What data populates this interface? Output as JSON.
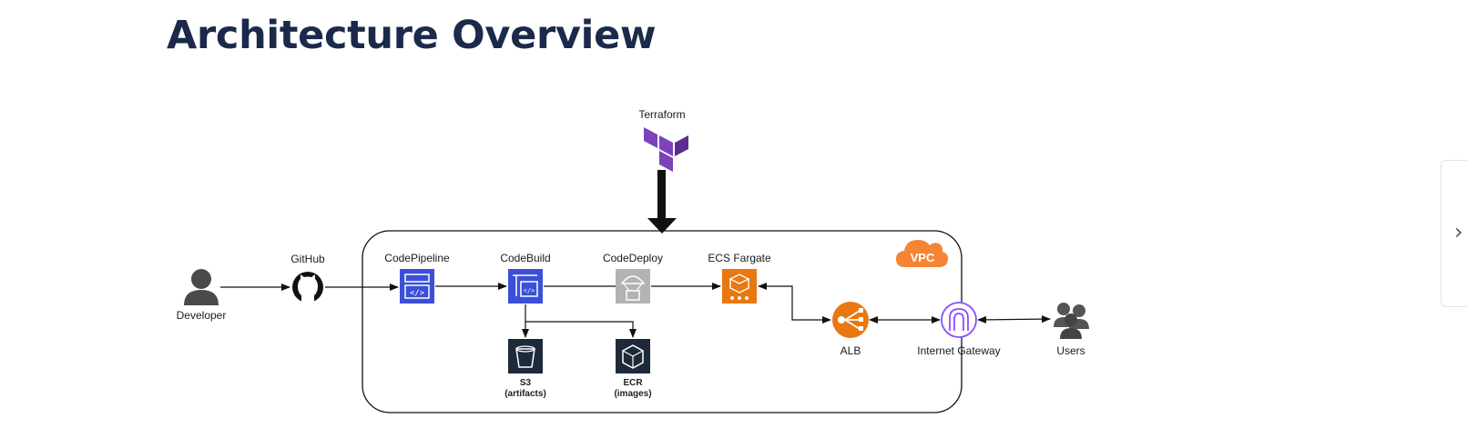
{
  "page": {
    "title": "Architecture Overview"
  },
  "diagram": {
    "nodes": {
      "terraform": "Terraform",
      "developer": "Developer",
      "github": "GitHub",
      "codepipeline": "CodePipeline",
      "codebuild": "CodeBuild",
      "codedeploy": "CodeDeploy",
      "ecs": "ECS Fargate",
      "s3_line1": "S3",
      "s3_line2": "(artifacts)",
      "ecr_line1": "ECR",
      "ecr_line2": "(images)",
      "alb": "ALB",
      "igw": "Internet Gateway",
      "users": "Users",
      "vpc": "VPC"
    },
    "icons": {
      "terraform": "terraform-logo-icon",
      "developer": "person-icon",
      "github": "github-icon",
      "codepipeline": "codepipeline-icon",
      "codebuild": "codebuild-icon",
      "codedeploy": "codedeploy-icon",
      "ecs": "ecs-fargate-icon",
      "s3": "s3-bucket-icon",
      "ecr": "ecr-icon",
      "alb": "load-balancer-icon",
      "igw": "internet-gateway-icon",
      "users": "users-group-icon",
      "vpc": "vpc-cloud-icon"
    },
    "colors": {
      "aws_devtools_blue": "#3b4fd8",
      "aws_compute_orange": "#e8780f",
      "terraform_purple": "#7b42bc",
      "vpc_orange": "#f58536",
      "container_dark": "#1e2a3a",
      "igw_purple": "#8c4fff",
      "codedeploy_gray": "#b3b3b3"
    }
  },
  "nav": {
    "next_icon": "chevron-right-icon",
    "next_symbol": "›"
  }
}
